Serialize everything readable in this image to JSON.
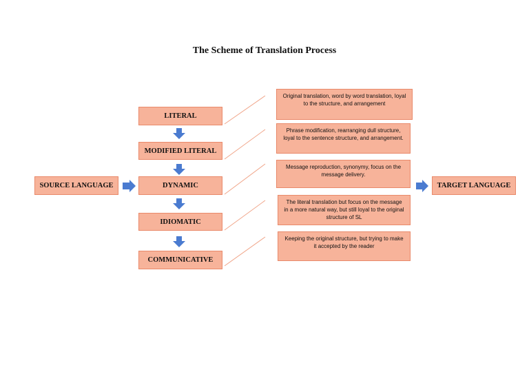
{
  "title": "The Scheme of Translation Process",
  "source": "SOURCE LANGUAGE",
  "target": "TARGET LANGUAGE",
  "stages": [
    {
      "label": "LITERAL",
      "description": "Original translation, word by word translation, loyal to the structure, and arrangement"
    },
    {
      "label": "MODIFIED LITERAL",
      "description": "Phrase modification, rearranging dull structure, loyal to the sentence structure, and arrangement."
    },
    {
      "label": "DYNAMIC",
      "description": "Message reproduction, synonymy, focus on the message delivery."
    },
    {
      "label": "IDIOMATIC",
      "description": "The literal translation but focus on the message in a more natural way, but still loyal to the original structure of SL"
    },
    {
      "label": "COMMUNICATIVE",
      "description": "Keeping the original structure, but trying to make it accepted by the reader"
    }
  ],
  "colors": {
    "box_fill": "#f7b39a",
    "box_border": "#e9896a",
    "arrow": "#4a7bd0",
    "connector": "#f0a488"
  }
}
